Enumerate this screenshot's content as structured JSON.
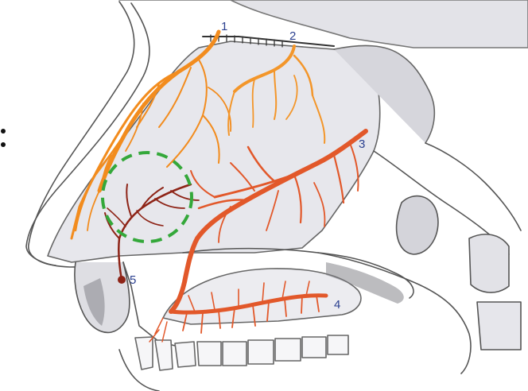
{
  "diagram": {
    "labels": [
      {
        "id": "1",
        "text": "1"
      },
      {
        "id": "2",
        "text": "2"
      },
      {
        "id": "3",
        "text": "3"
      },
      {
        "id": "4",
        "text": "4"
      },
      {
        "id": "5",
        "text": "5"
      }
    ],
    "vessel_groups": [
      {
        "id": "1",
        "color": "#f28c1e"
      },
      {
        "id": "2",
        "color": "#f3962a"
      },
      {
        "id": "3",
        "color": "#e2582a"
      },
      {
        "id": "4",
        "color": "#e2582a"
      },
      {
        "id": "5",
        "color": "#8e2417"
      }
    ],
    "highlight": {
      "shape": "dashed-circle",
      "color": "#34a83a"
    },
    "colors": {
      "ink": "#555555",
      "shade": "#d9d9df",
      "mucosa": "#e7e7ec"
    }
  }
}
